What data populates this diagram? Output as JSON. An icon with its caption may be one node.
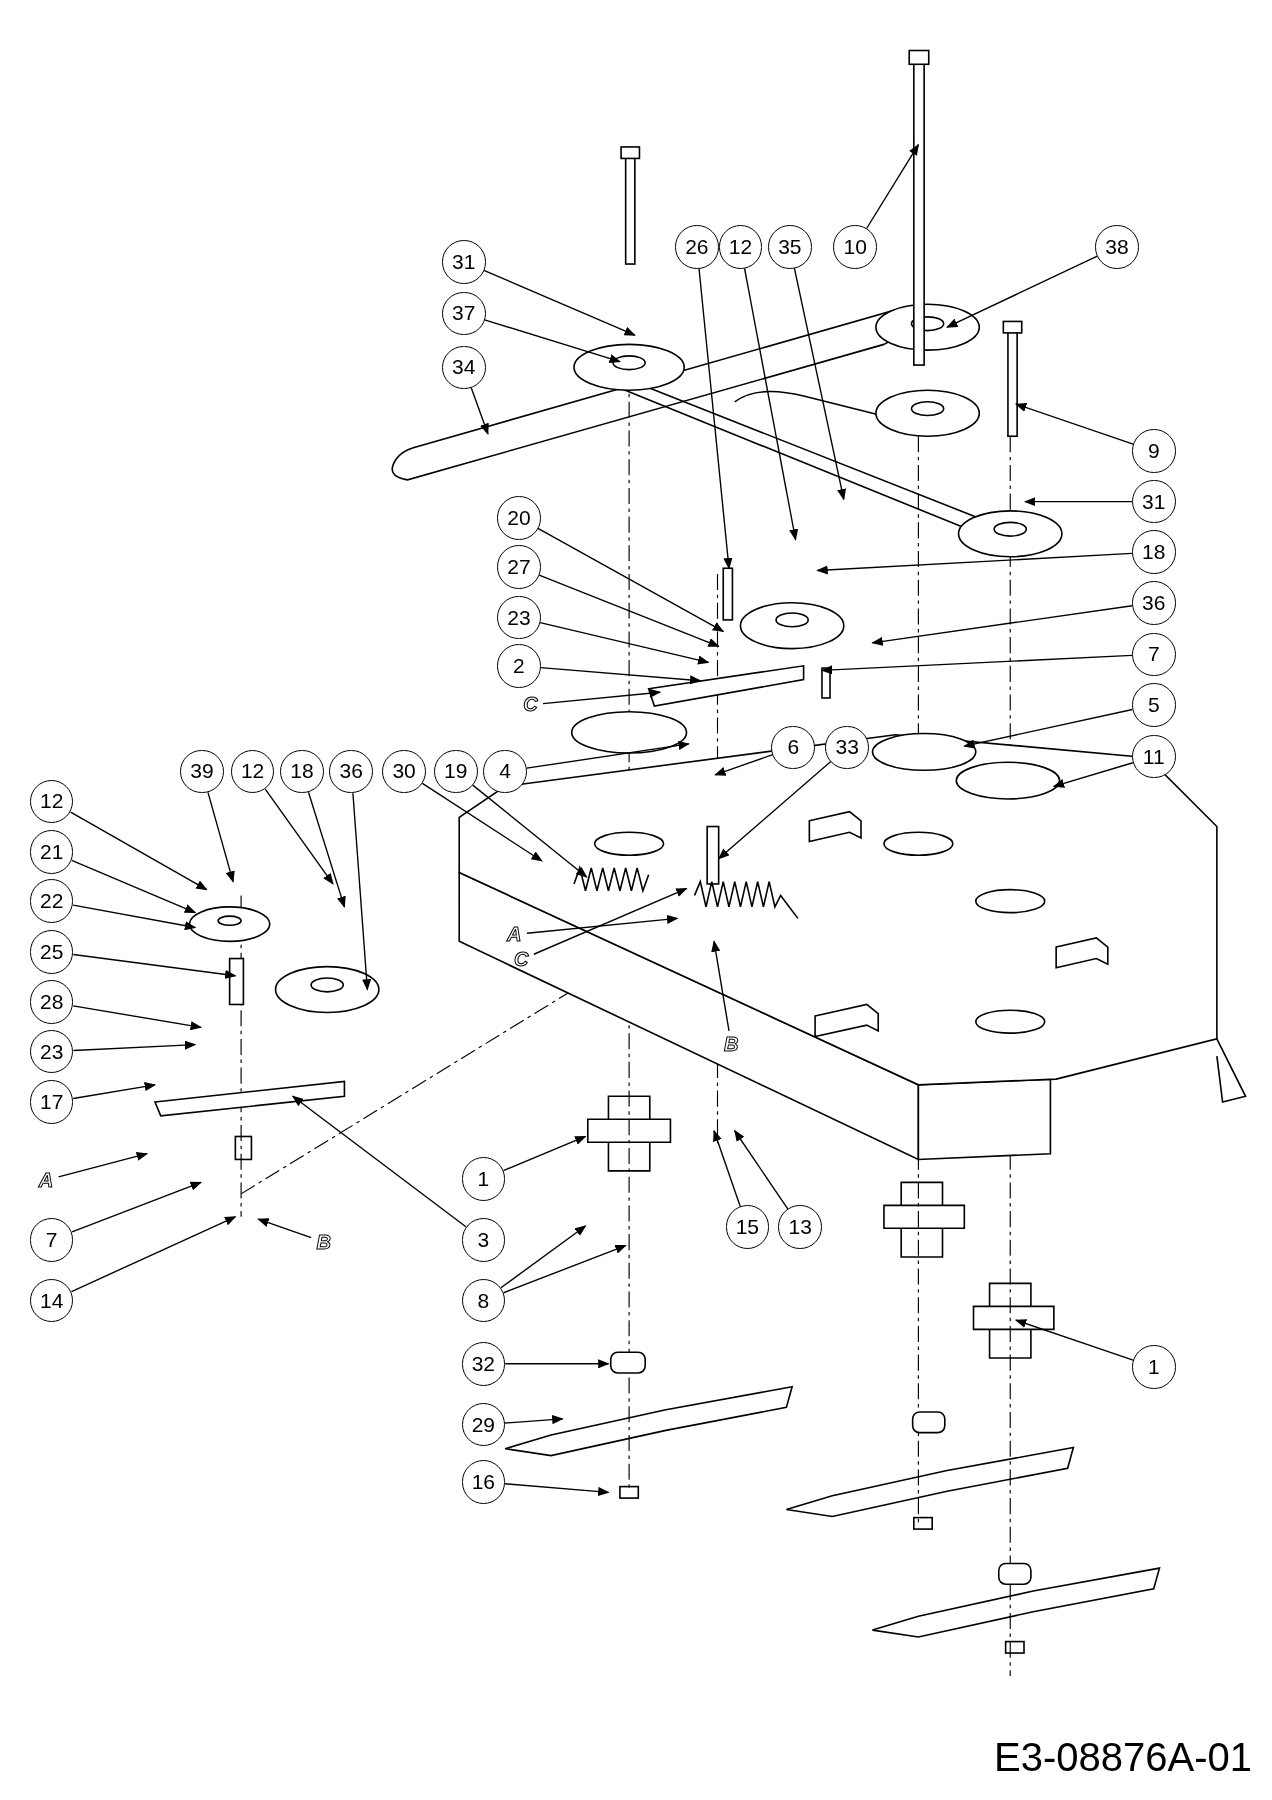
{
  "diagram": {
    "nodes": [
      {
        "text": [
          "31"
        ]
      },
      {
        "text": [
          "26"
        ]
      },
      {
        "text": [
          "12"
        ]
      },
      {
        "text": [
          "35"
        ]
      },
      {
        "text": [
          "10"
        ]
      },
      {
        "text": [
          "38"
        ]
      },
      {
        "text": [
          "37"
        ]
      },
      {
        "text": [
          "34"
        ]
      },
      {
        "text": [
          "9"
        ]
      },
      {
        "text": [
          "31"
        ]
      },
      {
        "text": [
          "18"
        ]
      },
      {
        "text": [
          "20"
        ]
      },
      {
        "text": [
          "36"
        ]
      },
      {
        "text": [
          "27"
        ]
      },
      {
        "text": [
          "23"
        ]
      },
      {
        "text": [
          "2"
        ]
      },
      {
        "text": [
          "7"
        ]
      },
      {
        "text": [
          "C"
        ]
      },
      {
        "text": [
          "4"
        ]
      },
      {
        "text": [
          "6"
        ]
      },
      {
        "text": [
          "33"
        ]
      },
      {
        "text": [
          "5"
        ]
      },
      {
        "text": [
          "11"
        ]
      },
      {
        "text": [
          "39"
        ]
      },
      {
        "text": [
          "12"
        ]
      },
      {
        "text": [
          "18"
        ]
      },
      {
        "text": [
          "36"
        ]
      },
      {
        "text": [
          "30"
        ]
      },
      {
        "text": [
          "19"
        ]
      },
      {
        "text": [
          "12"
        ]
      },
      {
        "text": [
          "21"
        ]
      },
      {
        "text": [
          "22"
        ]
      },
      {
        "text": [
          "A"
        ]
      },
      {
        "text": [
          "25"
        ]
      },
      {
        "text": [
          "C"
        ]
      },
      {
        "text": [
          "28"
        ]
      },
      {
        "text": [
          "B"
        ]
      },
      {
        "text": [
          "23"
        ]
      },
      {
        "text": [
          "17"
        ]
      },
      {
        "text": [
          "A"
        ]
      },
      {
        "text": [
          "1"
        ]
      },
      {
        "text": [
          "15"
        ]
      },
      {
        "text": [
          "13"
        ]
      },
      {
        "text": [
          "7"
        ]
      },
      {
        "text": [
          "3"
        ]
      },
      {
        "text": [
          "B"
        ]
      },
      {
        "text": [
          "14"
        ]
      },
      {
        "text": [
          "8"
        ]
      },
      {
        "text": [
          "1"
        ]
      },
      {
        "text": [
          "32"
        ]
      },
      {
        "text": [
          "29"
        ]
      },
      {
        "text": [
          "16"
        ]
      }
    ],
    "edges": [
      {
        "from": 0,
        "to": null,
        "arrow": "to"
      },
      {
        "from": 1,
        "to": null,
        "arrow": "to"
      },
      {
        "from": 2,
        "to": null,
        "arrow": "to"
      },
      {
        "from": 3,
        "to": null,
        "arrow": "to"
      },
      {
        "from": 4,
        "to": null,
        "arrow": "to"
      },
      {
        "from": 5,
        "to": null,
        "arrow": "to"
      },
      {
        "from": 6,
        "to": null,
        "arrow": "to"
      },
      {
        "from": 7,
        "to": null,
        "arrow": "to"
      },
      {
        "from": 8,
        "to": null,
        "arrow": "to"
      },
      {
        "from": 9,
        "to": null,
        "arrow": "to"
      },
      {
        "from": 10,
        "to": null,
        "arrow": "to"
      },
      {
        "from": 11,
        "to": null,
        "arrow": "to"
      },
      {
        "from": 12,
        "to": null,
        "arrow": "to"
      },
      {
        "from": 13,
        "to": null,
        "arrow": "to"
      },
      {
        "from": 14,
        "to": null,
        "arrow": "to"
      },
      {
        "from": 15,
        "to": null,
        "arrow": "to"
      },
      {
        "from": 16,
        "to": null,
        "arrow": "to"
      },
      {
        "from": 17,
        "to": null,
        "arrow": "to"
      },
      {
        "from": 18,
        "to": null,
        "arrow": "to"
      },
      {
        "from": 19,
        "to": null,
        "arrow": "to"
      },
      {
        "from": 20,
        "to": null,
        "arrow": "to"
      },
      {
        "from": 21,
        "to": null,
        "arrow": "to"
      },
      {
        "from": 22,
        "to": null,
        "arrow": "to"
      },
      {
        "from": 23,
        "to": null,
        "arrow": "to"
      },
      {
        "from": 24,
        "to": null,
        "arrow": "to"
      },
      {
        "from": 25,
        "to": null,
        "arrow": "to"
      },
      {
        "from": 26,
        "to": null,
        "arrow": "to"
      },
      {
        "from": 27,
        "to": null,
        "arrow": "to"
      },
      {
        "from": 28,
        "to": null,
        "arrow": "to"
      },
      {
        "from": 29,
        "to": null,
        "arrow": "to"
      },
      {
        "from": 30,
        "to": null,
        "arrow": "to"
      },
      {
        "from": 31,
        "to": null,
        "arrow": "to"
      },
      {
        "from": 32,
        "to": null,
        "arrow": "to"
      },
      {
        "from": 33,
        "to": null,
        "arrow": "to"
      },
      {
        "from": 34,
        "to": null,
        "arrow": "to"
      },
      {
        "from": 35,
        "to": null,
        "arrow": "to"
      },
      {
        "from": 36,
        "to": null,
        "arrow": "to"
      },
      {
        "from": 37,
        "to": null,
        "arrow": "to"
      },
      {
        "from": 38,
        "to": null,
        "arrow": "to"
      },
      {
        "from": 39,
        "to": null,
        "arrow": "to"
      },
      {
        "from": 40,
        "to": null,
        "arrow": "to"
      },
      {
        "from": 41,
        "to": null,
        "arrow": "to"
      },
      {
        "from": 42,
        "to": null,
        "arrow": "to"
      },
      {
        "from": 43,
        "to": null,
        "arrow": "to"
      },
      {
        "from": 44,
        "to": null,
        "arrow": "to"
      },
      {
        "from": 45,
        "to": null,
        "arrow": "to"
      },
      {
        "from": 46,
        "to": null,
        "arrow": "to"
      },
      {
        "from": 47,
        "to": null,
        "arrow": "to"
      },
      {
        "from": 47,
        "to": null,
        "arrow": "to"
      },
      {
        "from": 48,
        "to": null,
        "arrow": "to"
      },
      {
        "from": 49,
        "to": null,
        "arrow": "to"
      },
      {
        "from": 50,
        "to": null,
        "arrow": "to"
      },
      {
        "from": 51,
        "to": null,
        "arrow": "to"
      }
    ],
    "labels": [
      "E3-08876A-01"
    ]
  }
}
